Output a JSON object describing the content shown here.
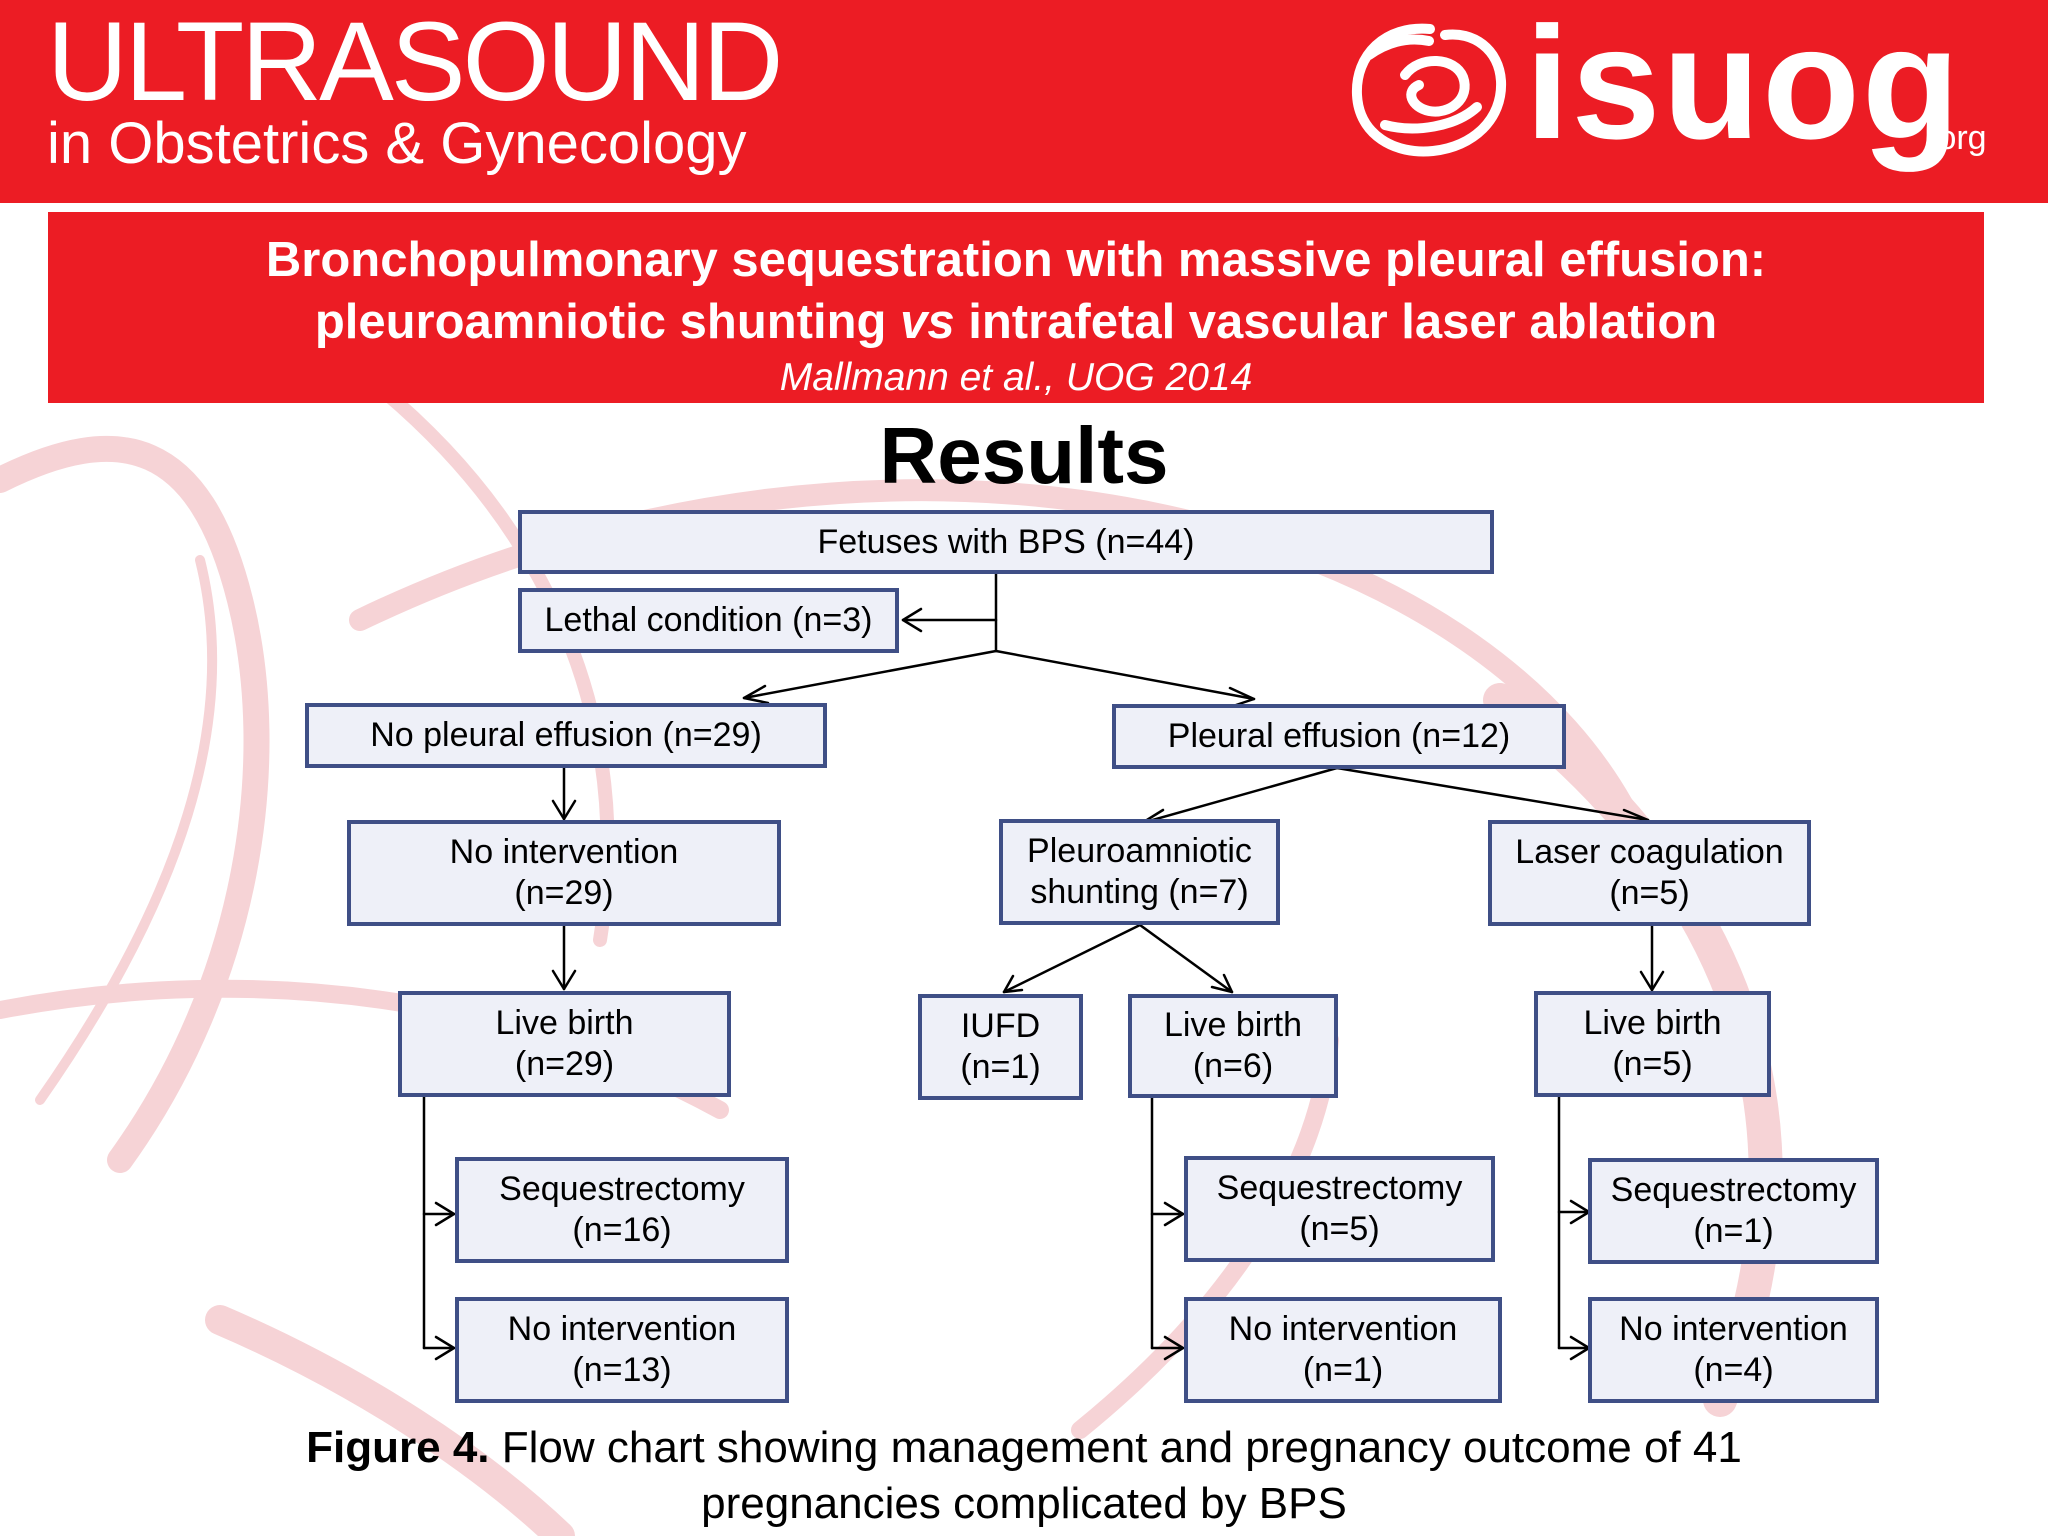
{
  "header": {
    "journal_title": "ULTRASOUND",
    "journal_subtitle": "in Obstetrics & Gynecology",
    "logo_text": "isuog",
    "logo_suffix": ".org"
  },
  "banner": {
    "title_line1": "Bronchopulmonary sequestration with massive pleural effusion:",
    "title_line2_a": "pleuroamniotic shunting",
    "title_line2_vs": "vs",
    "title_line2_b": "intrafetal vascular laser ablation",
    "citation": "Mallmann et al., UOG 2014"
  },
  "section_heading": "Results",
  "flowchart": {
    "fetuses_bps": {
      "lines": [
        "Fetuses with BPS (n=44)"
      ]
    },
    "lethal": {
      "lines": [
        "Lethal condition (n=3)"
      ]
    },
    "no_effusion": {
      "lines": [
        "No pleural effusion (n=29)"
      ]
    },
    "effusion": {
      "lines": [
        "Pleural effusion (n=12)"
      ]
    },
    "no_intervention_a": {
      "lines": [
        "No intervention",
        "(n=29)"
      ]
    },
    "shunting": {
      "lines": [
        "Pleuroamniotic",
        "shunting (n=7)"
      ]
    },
    "laser": {
      "lines": [
        "Laser coagulation",
        "(n=5)"
      ]
    },
    "live_birth_a": {
      "lines": [
        "Live birth",
        "(n=29)"
      ]
    },
    "iufd": {
      "lines": [
        "IUFD",
        "(n=1)"
      ]
    },
    "live_birth_b": {
      "lines": [
        "Live birth",
        "(n=6)"
      ]
    },
    "live_birth_c": {
      "lines": [
        "Live birth",
        "(n=5)"
      ]
    },
    "seq_a": {
      "lines": [
        "Sequestrectomy",
        "(n=16)"
      ]
    },
    "noint_a": {
      "lines": [
        "No intervention",
        "(n=13)"
      ]
    },
    "seq_b": {
      "lines": [
        "Sequestrectomy",
        "(n=5)"
      ]
    },
    "noint_b": {
      "lines": [
        "No intervention",
        "(n=1)"
      ]
    },
    "seq_c": {
      "lines": [
        "Sequestrectomy",
        "(n=1)"
      ]
    },
    "noint_c": {
      "lines": [
        "No intervention",
        "(n=4)"
      ]
    }
  },
  "caption": {
    "label": "Figure 4.",
    "line1": "Flow chart showing management and pregnancy outcome of 41",
    "line2": "pregnancies complicated by BPS"
  },
  "colors": {
    "brand_red": "#ec1c24",
    "box_fill": "#eef0f8",
    "box_border": "#3f4f86"
  }
}
